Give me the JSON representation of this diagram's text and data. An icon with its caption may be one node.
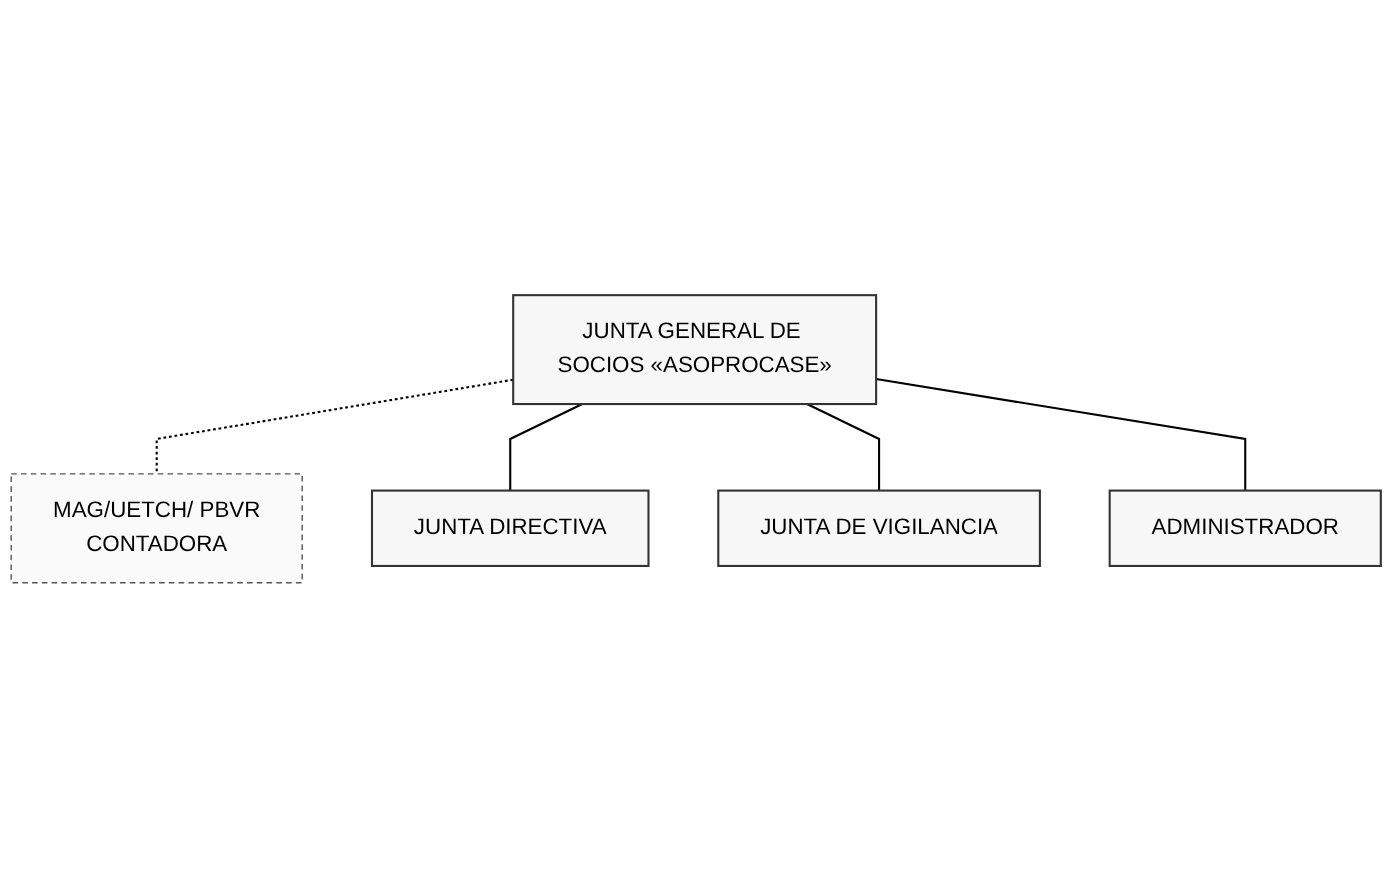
{
  "diagram": {
    "nodes": [
      {
        "text": [
          "JUNTA GENERAL DE SOCIOS «ASOPROCASE»"
        ]
      },
      {
        "text": [
          "MAG/UETCH/ PBVR",
          "CONTADORA"
        ]
      },
      {
        "text": [
          "JUNTA DIRECTIVA"
        ]
      },
      {
        "text": [
          "JUNTA DE VIGILANCIA"
        ]
      },
      {
        "text": [
          "ADMINISTRADOR"
        ]
      }
    ],
    "edges": [
      {
        "from": 0,
        "to": 1,
        "arrow": "none",
        "style": "dashed"
      },
      {
        "from": 0,
        "to": 2,
        "arrow": "none"
      },
      {
        "from": 0,
        "to": 3,
        "arrow": "none"
      },
      {
        "from": 0,
        "to": 4,
        "arrow": "none"
      }
    ]
  }
}
